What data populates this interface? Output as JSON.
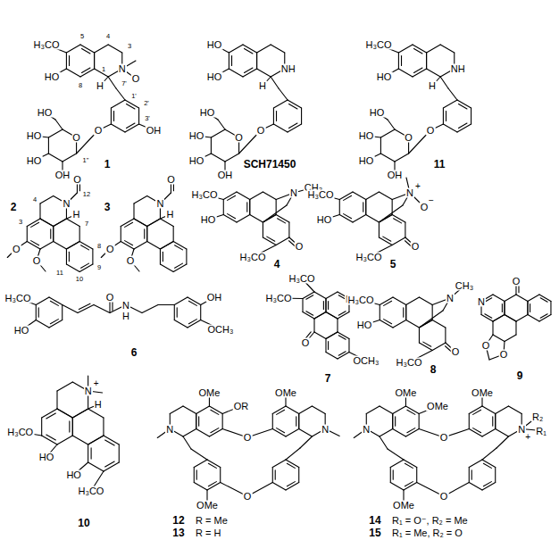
{
  "diagram": {
    "labels": [
      "H₃CO",
      "HO",
      "N",
      "O",
      "H",
      "OH",
      "O",
      "O",
      "OH",
      "HO",
      "HO",
      "HO",
      "5",
      "4",
      "3",
      "1",
      "8",
      "7'",
      "1'",
      "2'",
      "3'",
      "1''",
      "1",
      "HO",
      "HO",
      "NH",
      "H",
      "O",
      "O",
      "OH",
      "HO",
      "HO",
      "HO",
      "SCH71450",
      "H₃CO",
      "HO",
      "NH",
      "H",
      "O",
      "O",
      "OH",
      "HO",
      "HO",
      "HO",
      "11",
      "O",
      "O",
      "N",
      "O",
      "H",
      "12",
      "7",
      "8",
      "9",
      "10",
      "11",
      "3",
      "4",
      "2",
      "O",
      "O",
      "N",
      "O",
      "H",
      "3",
      "H₃CO",
      "HO",
      "H₃CO",
      "O",
      "N",
      "CH₃",
      "4",
      "H₃CO",
      "HO",
      "H₃CO",
      "O",
      "N",
      "+",
      "O",
      "−",
      "5",
      "H₃CO",
      "HO",
      "O",
      "N",
      "H",
      "OH",
      "OCH₃",
      "6",
      "H₃CO",
      "H₃CO",
      "N",
      "O",
      "OCH₃",
      "7",
      "H₃CO",
      "HO",
      "H₃CO",
      "O",
      "N",
      "CH₃",
      "8",
      "N",
      "O",
      "O",
      "O",
      "9",
      "H₃CO",
      "HO",
      "N",
      "+",
      "H",
      "HO",
      "H₃CO",
      "10",
      "N",
      "OMe",
      "OR",
      "O",
      "OMe",
      "N",
      "OMe",
      "O",
      "12",
      "R = Me",
      "13",
      "R = H",
      "N",
      "OMe",
      "OMe",
      "O",
      "OMe",
      "N",
      "+",
      "R₂",
      "R₁",
      "OMe",
      "O",
      "14",
      "R₁ = O⁻, R₂ = Me",
      "15",
      "R₁ = Me, R₂ = O"
    ]
  }
}
